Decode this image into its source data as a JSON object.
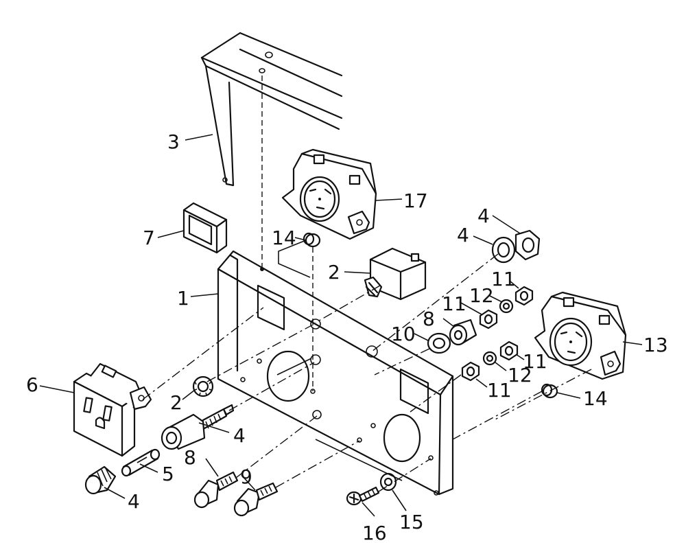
{
  "callouts": [
    {
      "id": "c1",
      "text": "1"
    },
    {
      "id": "c2a",
      "text": "2"
    },
    {
      "id": "c2b",
      "text": "2"
    },
    {
      "id": "c3",
      "text": "3"
    },
    {
      "id": "c4a",
      "text": "4"
    },
    {
      "id": "c4b",
      "text": "4"
    },
    {
      "id": "c4c",
      "text": "4"
    },
    {
      "id": "c4d",
      "text": "4"
    },
    {
      "id": "c5",
      "text": "5"
    },
    {
      "id": "c6",
      "text": "6"
    },
    {
      "id": "c7",
      "text": "7"
    },
    {
      "id": "c8a",
      "text": "8"
    },
    {
      "id": "c8b",
      "text": "8"
    },
    {
      "id": "c9",
      "text": "9"
    },
    {
      "id": "c10",
      "text": "10"
    },
    {
      "id": "c11a",
      "text": "11"
    },
    {
      "id": "c11b",
      "text": "11"
    },
    {
      "id": "c11c",
      "text": "11"
    },
    {
      "id": "c11d",
      "text": "11"
    },
    {
      "id": "c12a",
      "text": "12"
    },
    {
      "id": "c12b",
      "text": "12"
    },
    {
      "id": "c13",
      "text": "13"
    },
    {
      "id": "c14a",
      "text": "14"
    },
    {
      "id": "c14b",
      "text": "14"
    },
    {
      "id": "c15",
      "text": "15"
    },
    {
      "id": "c16",
      "text": "16"
    },
    {
      "id": "c17",
      "text": "17"
    }
  ]
}
